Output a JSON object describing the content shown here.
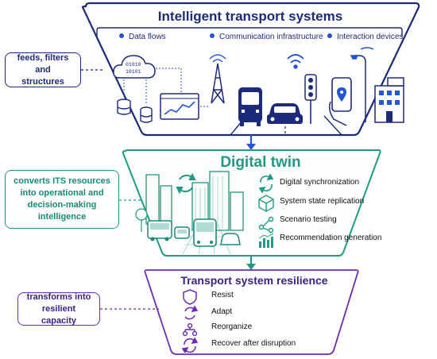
{
  "its": {
    "title": "Intelligent transport systems",
    "categories": [
      "Data flows",
      "Communication infrastructure",
      "Interaction devices"
    ],
    "note": "feeds, filters and structures",
    "data_icon_text": [
      "01010",
      "10101"
    ]
  },
  "twin": {
    "title": "Digital twin",
    "note": "converts ITS resources into operational and decision-making intelligence",
    "functions": [
      "Digital synchronization",
      "System state replication",
      "Scenario testing",
      "Recommendation generation"
    ]
  },
  "resilience": {
    "title": "Transport system resilience",
    "note": "transforms into resilient capacity",
    "capacities": [
      "Resist",
      "Adapt",
      "Reorganize",
      "Recover after disruption"
    ]
  },
  "colors": {
    "navy": "#1b2a7a",
    "blue": "#2455d6",
    "teal": "#1e9a86",
    "purple": "#6a2bb5"
  }
}
